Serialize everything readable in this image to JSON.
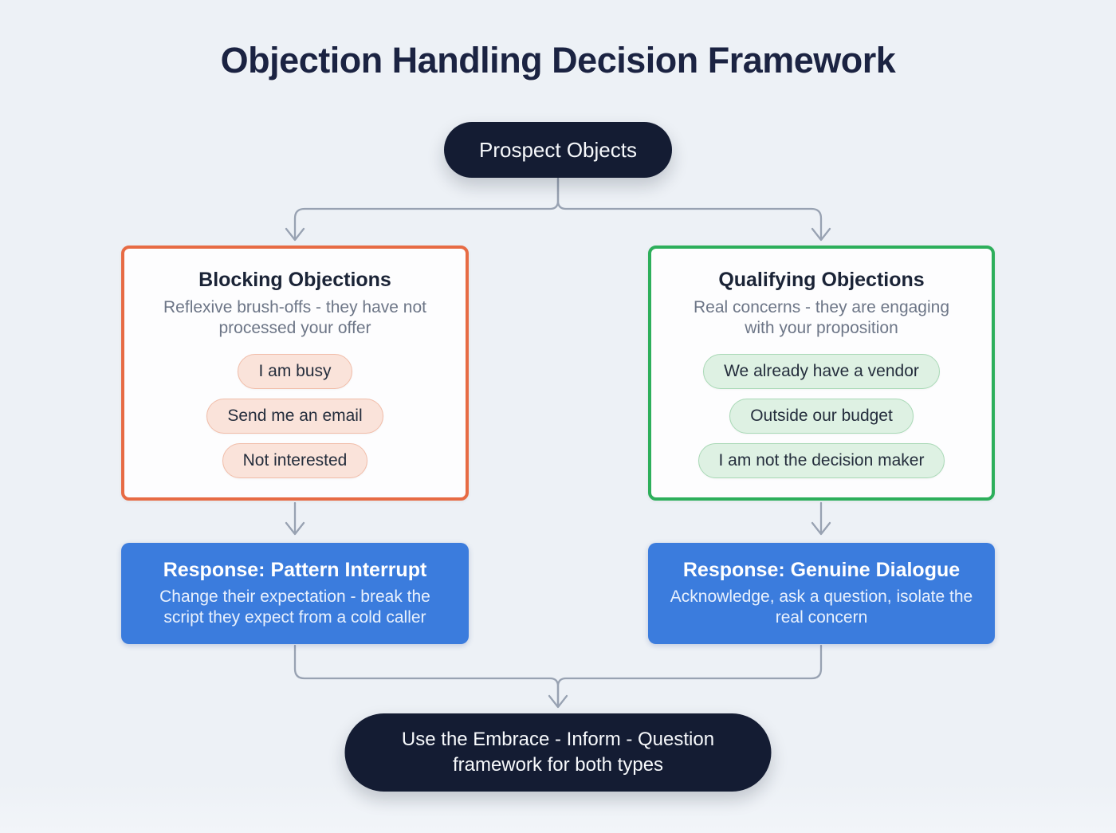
{
  "title": "Objection Handling Decision Framework",
  "root": {
    "label": "Prospect Objects"
  },
  "branches": [
    {
      "title": "Blocking Objections",
      "subtitle": "Reflexive brush-offs - they have not processed your offer",
      "items": [
        "I am busy",
        "Send me an email",
        "Not interested"
      ],
      "response": {
        "title": "Response: Pattern Interrupt",
        "subtitle": "Change their expectation - break the script they expect from a cold caller"
      }
    },
    {
      "title": "Qualifying Objections",
      "subtitle": "Real concerns - they are engaging with your proposition",
      "items": [
        "We already have a vendor",
        "Outside our budget",
        "I am not the decision maker"
      ],
      "response": {
        "title": "Response: Genuine Dialogue",
        "subtitle": "Acknowledge, ask a question, isolate the real concern"
      }
    }
  ],
  "footer": {
    "label": "Use the Embrace - Inform - Question framework for both types"
  },
  "colors": {
    "background": "#edf1f6",
    "title_text": "#1b2342",
    "dark_node_bg": "#141c33",
    "blocking_border": "#e76b44",
    "qualifying_border": "#2daf5b",
    "blocking_pill_bg": "#fae3da",
    "blocking_pill_border": "#f1bda9",
    "qualifying_pill_bg": "#def1e3",
    "qualifying_pill_border": "#a9d9b6",
    "response_bg": "#3b7cdd",
    "connector": "#98a2b2"
  }
}
